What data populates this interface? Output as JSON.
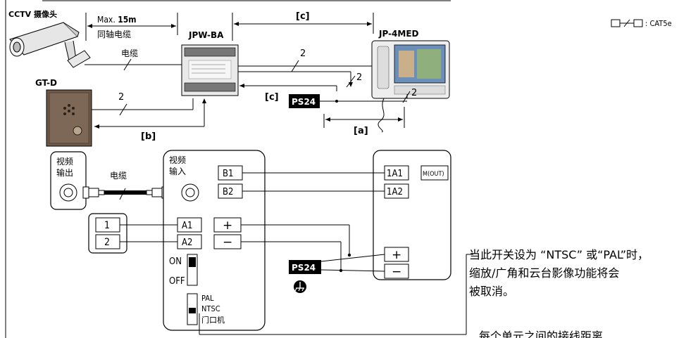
{
  "top_section": {
    "cctv_label": "CCTV 摄像头",
    "max_label_prefix": "Max. ",
    "max_label_value": "15m",
    "coax_label": "同轴电缆",
    "jpw_label": "JPW-BA",
    "jp4med_label": "JP-4MED",
    "gtd_label": "GT-D",
    "cable_label": "电缆",
    "ps24_label": "PS24",
    "wire_count": "2",
    "dist_c": "[c]",
    "dist_b": "[b]",
    "dist_a": "[a]",
    "legend_text": ": CAT5e"
  },
  "schematic": {
    "video_out_line1": "视频",
    "video_out_line2": "输出",
    "video_in_line1": "视频",
    "video_in_line2": "输入",
    "cable_label": "电缆",
    "terminal_b1": "B1",
    "terminal_b2": "B2",
    "terminal_1a1": "1A1",
    "terminal_1a2": "1A2",
    "terminal_mout": "M(OUT)",
    "terminal_1": "1",
    "terminal_2": "2",
    "terminal_a1": "A1",
    "terminal_a2": "A2",
    "plus": "+",
    "minus": "−",
    "on_label": "ON",
    "off_label": "OFF",
    "pal_label": "PAL",
    "ntsc_label": "NTSC",
    "door_label": "门口机",
    "ps24_label": "PS24"
  },
  "notes": {
    "note_line1": "当此开关设为 “NTSC” 或“PAL”时，",
    "note_line2": "缩放/广角和云台影像功能将会",
    "note_line3": "被取消。",
    "bottom_note": "每个单元之间的接线距离"
  }
}
